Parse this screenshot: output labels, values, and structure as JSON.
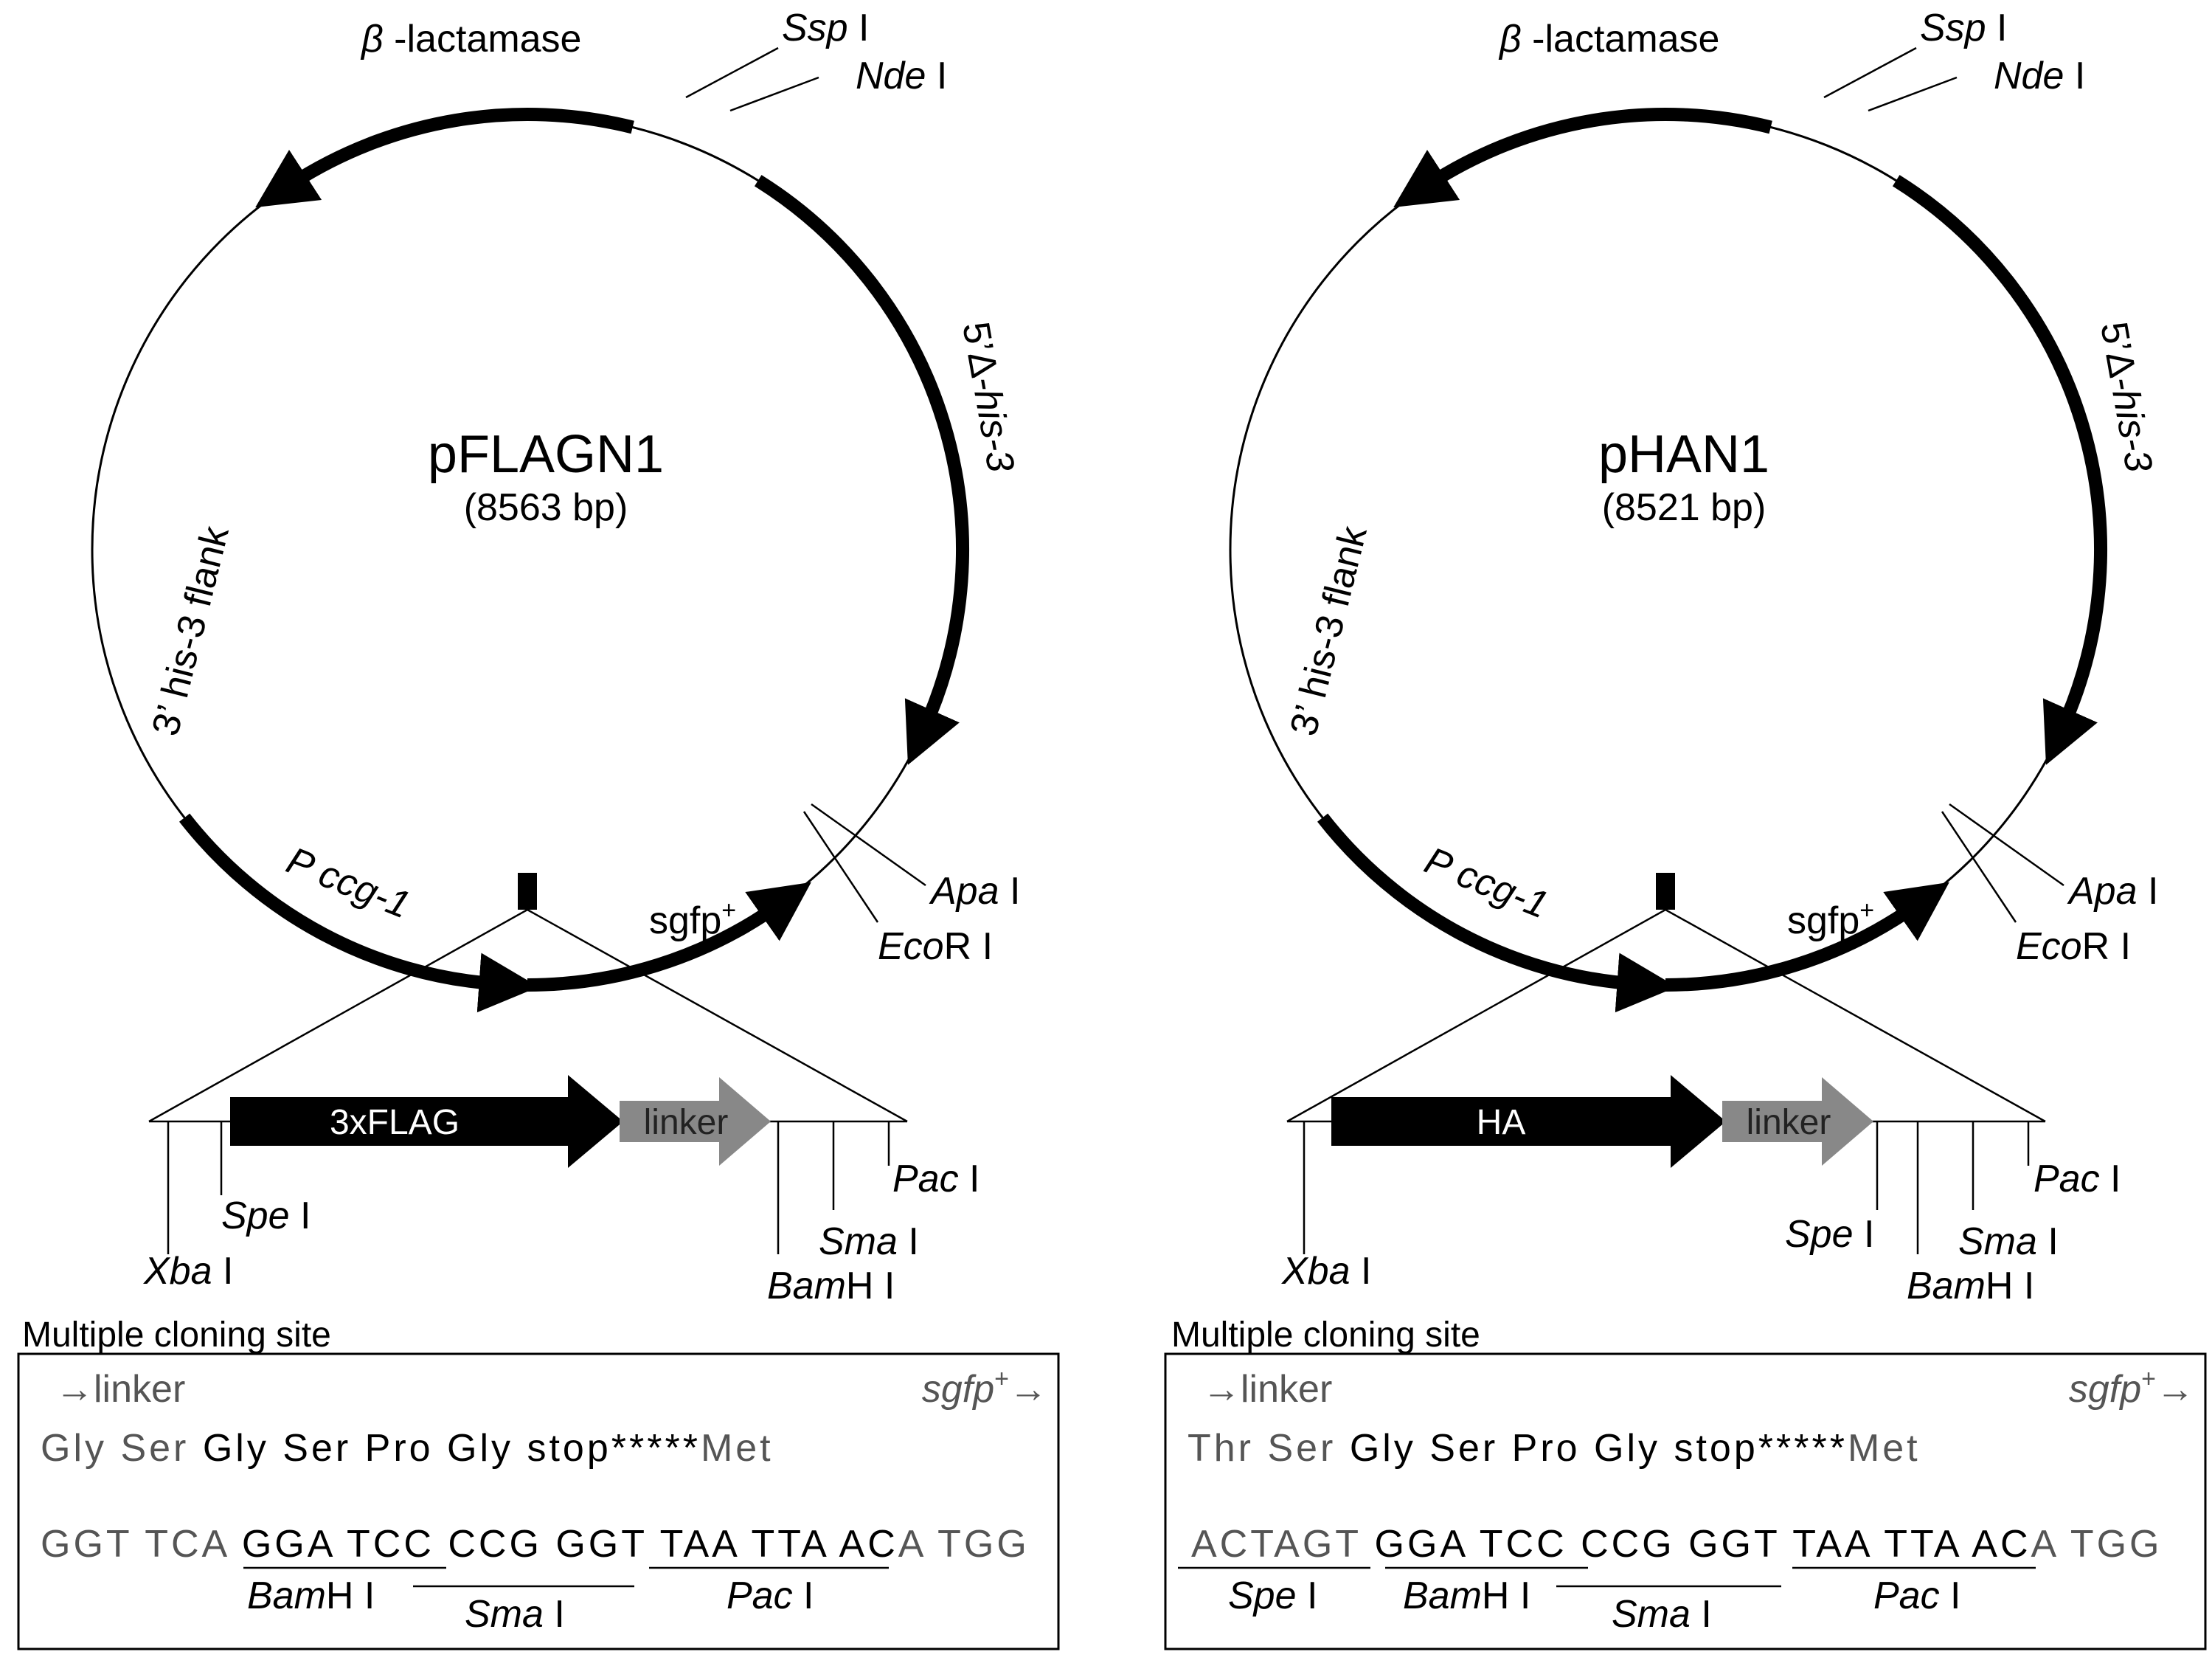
{
  "plasmids": [
    {
      "name": "pFLAGN1",
      "size": "(8563 bp)",
      "labels": {
        "beta_greek": "β",
        "beta_rest": " -lactamase",
        "ssp_it": "Ssp",
        "ssp_rest": " I",
        "nde_it": "Nde",
        "nde_rest": " I",
        "his3_5_pre": "5’",
        "his3_5_delta": "Δ",
        "his3_5_it": "-his-3",
        "his3_3": "3’ his-3 flank",
        "pccg_it": "P ccg-1",
        "sgfp": "sgfp",
        "sgfp_sup": "+",
        "apa_it": "Apa",
        "apa_rest": " I",
        "eco_it": "Eco",
        "eco_rest": "R I"
      },
      "insert": {
        "tag": "3xFLAG",
        "linker": "linker",
        "sites": {
          "xba_it": "Xba",
          "xba_rest": " I",
          "spe_it": "Spe",
          "spe_rest": " I",
          "pac_it": "Pac",
          "pac_rest": " I",
          "sma_it": "Sma",
          "sma_rest": " I",
          "bam_it": "Bam",
          "bam_rest": "H I"
        }
      },
      "mcs": {
        "title": "Multiple cloning site",
        "left_arrow": "→linker",
        "right_it": "sgfp",
        "right_sup": "+",
        "right_arrow": "→",
        "aa_gray": "Gly Ser ",
        "aa_black": "Gly Ser Pro Gly stop*****",
        "aa_end": "Met",
        "nt_gray": "GGT TCA ",
        "nt_black": "GGA TCC CCG GGT TAA TTA AC",
        "nt_end": "A TGG",
        "enz": {
          "bam_it": "Bam",
          "bam_rest": "H I",
          "sma_it": "Sma",
          "sma_rest": " I",
          "pac_it": "Pac",
          "pac_rest": " I"
        }
      }
    },
    {
      "name": "pHAN1",
      "size": "(8521 bp)",
      "labels": {
        "beta_greek": "β",
        "beta_rest": " -lactamase",
        "ssp_it": "Ssp",
        "ssp_rest": " I",
        "nde_it": "Nde",
        "nde_rest": " I",
        "his3_5_pre": "5’",
        "his3_5_delta": "Δ",
        "his3_5_it": "-his-3",
        "his3_3": "3’ his-3 flank",
        "pccg_it": "P ccg-1",
        "sgfp": "sgfp",
        "sgfp_sup": "+",
        "apa_it": "Apa",
        "apa_rest": " I",
        "eco_it": "Eco",
        "eco_rest": "R I"
      },
      "insert": {
        "tag": "HA",
        "linker": "linker",
        "sites": {
          "xba_it": "Xba",
          "xba_rest": " I",
          "spe_it": "Spe",
          "spe_rest": " I",
          "pac_it": "Pac",
          "pac_rest": " I",
          "sma_it": "Sma",
          "sma_rest": " I",
          "bam_it": "Bam",
          "bam_rest": "H I"
        }
      },
      "mcs": {
        "title": "Multiple cloning site",
        "left_arrow": "→linker",
        "right_it": "sgfp",
        "right_sup": "+",
        "right_arrow": "→",
        "aa_gray": "Thr Ser ",
        "aa_black": "Gly Ser Pro Gly stop*****",
        "aa_end": "Met",
        "nt_gray": "ACTAGT ",
        "nt_black": "GGA TCC CCG GGT TAA TTA AC",
        "nt_end": "A TGG",
        "enz": {
          "spe_it": "Spe",
          "spe_rest": " I",
          "bam_it": "Bam",
          "bam_rest": "H I",
          "sma_it": "Sma",
          "sma_rest": " I",
          "pac_it": "Pac",
          "pac_rest": " I"
        }
      }
    }
  ]
}
